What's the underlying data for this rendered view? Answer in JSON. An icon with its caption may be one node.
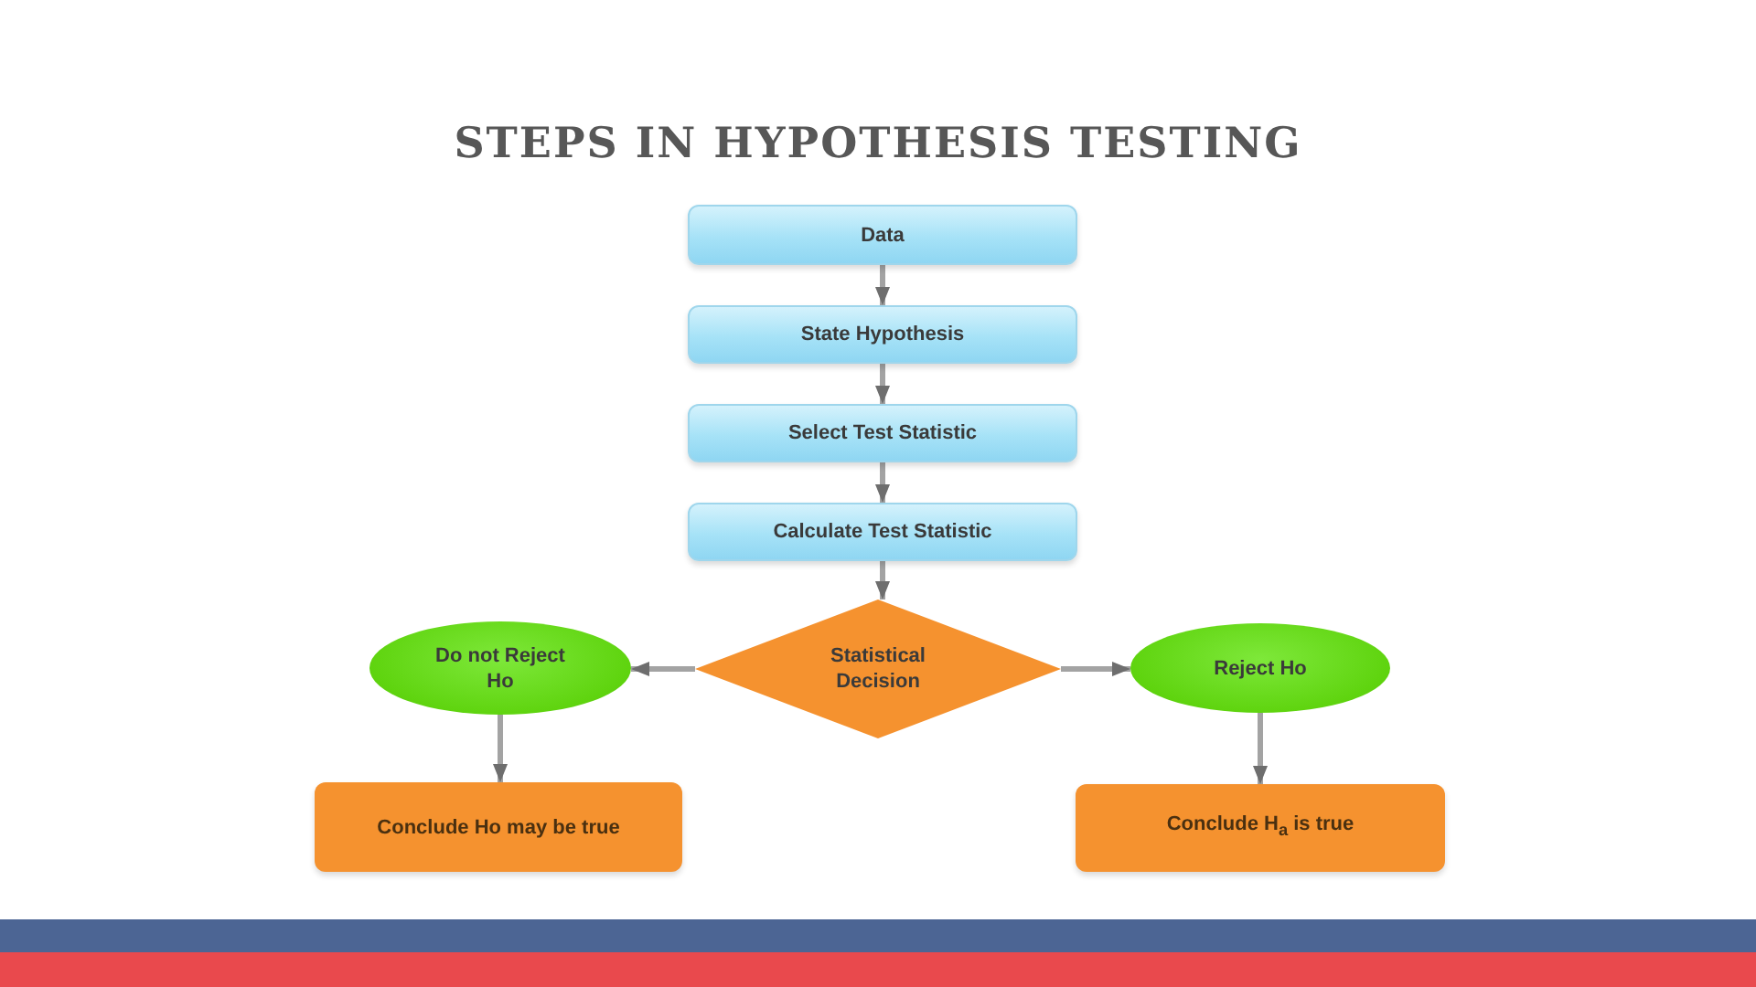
{
  "diagram": {
    "title": "STEPS IN HYPOTHESIS TESTING",
    "nodes": [
      {
        "text": [
          "Data"
        ]
      },
      {
        "text": [
          "State Hypothesis"
        ]
      },
      {
        "text": [
          "Select Test Statistic"
        ]
      },
      {
        "text": [
          "Calculate Test Statistic"
        ]
      },
      {
        "text": [
          "Do not Reject Ho"
        ]
      },
      {
        "text": [
          "Statistical Decision"
        ]
      },
      {
        "text": [
          "Reject Ho"
        ]
      },
      {
        "text": [
          "Conclude Ho may be true"
        ]
      },
      {
        "text": [
          "Conclude H$_{a}$ is true"
        ]
      }
    ],
    "edges": [
      {
        "from": 0,
        "to": 1,
        "arrow": "to"
      },
      {
        "from": 1,
        "to": 2,
        "arrow": "to"
      },
      {
        "from": 2,
        "to": 3,
        "arrow": "to"
      },
      {
        "from": 3,
        "to": 5,
        "arrow": "to"
      },
      {
        "from": 5,
        "to": 4,
        "arrow": "to"
      },
      {
        "from": 5,
        "to": 6,
        "arrow": "to"
      },
      {
        "from": 4,
        "to": 7,
        "arrow": "to"
      },
      {
        "from": 6,
        "to": 8,
        "arrow": "to"
      }
    ]
  }
}
